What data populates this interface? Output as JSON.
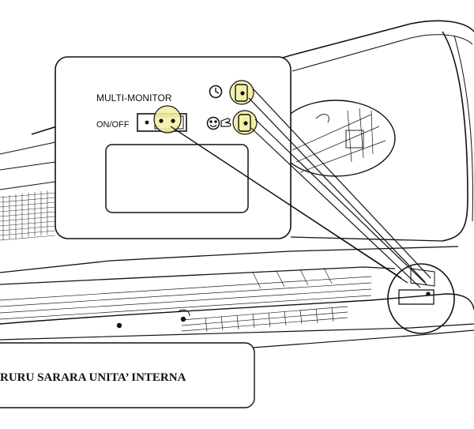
{
  "control_panel": {
    "multi_monitor_label": "MULTI-MONITOR",
    "on_off_label": "ON/OFF",
    "timer_symbol": "clock-icon",
    "mode_symbol": "smiley-hand-icon",
    "highlight_color": "#f2f0a0"
  },
  "caption": {
    "text": "RURU SARARA UNITA’ INTERNA"
  }
}
